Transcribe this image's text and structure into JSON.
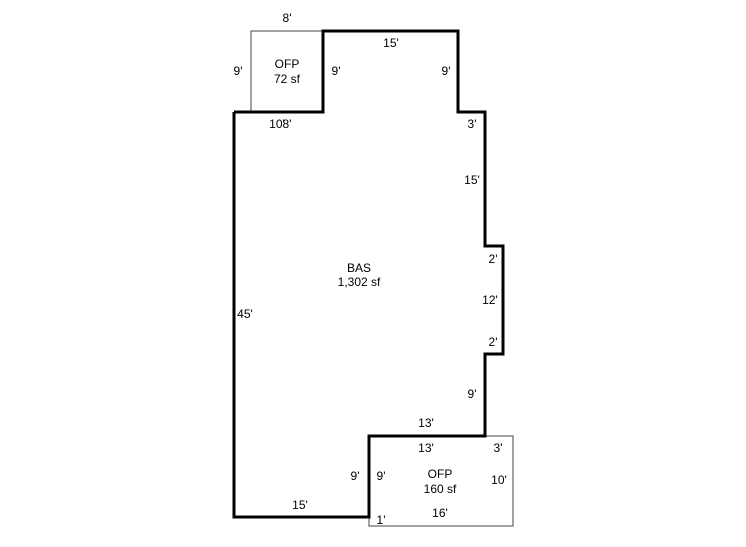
{
  "areas": {
    "ofp_top": {
      "name": "OFP",
      "area": "72 sf"
    },
    "bas": {
      "name": "BAS",
      "area": "1,302 sf"
    },
    "ofp_bottom": {
      "name": "OFP",
      "area": "160 sf"
    }
  },
  "dimensions": {
    "ofp_top_width": "8'",
    "ofp_top_left": "9'",
    "ofp_top_right": "9'",
    "bas_top": "15'",
    "bas_upper_right_vertical": "9'",
    "bas_step_top": "3'",
    "bas_right_15": "15'",
    "bas_bump_top": "2'",
    "bas_bump_side": "12'",
    "bas_bump_bottom": "2'",
    "bas_lower_right_vertical": "9'",
    "bas_notch_horizontal": "13'",
    "bas_bottom": "15'",
    "bas_left": "45'",
    "bas_notch_vertical": "9'",
    "bas_top_left": "10'",
    "bas_top_left_overlap": "8'",
    "ofp_bottom_top": "13'",
    "ofp_bottom_top_right": "3'",
    "ofp_bottom_left": "9'",
    "ofp_bottom_right": "10'",
    "ofp_bottom_bottom": "16'",
    "ofp_bottom_corner": "1'"
  },
  "colors": {
    "line": "#000000",
    "thin_line": "#444444",
    "background": "#ffffff"
  }
}
